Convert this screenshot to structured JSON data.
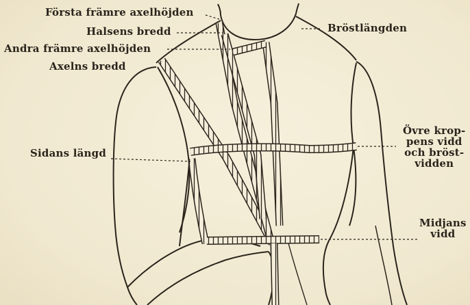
{
  "labels": {
    "forsta_framre_axelhojden": "Första främre axelhöjden",
    "halsens_bredd": "Halsens bredd",
    "andra_framre_axelhojden": "Andra främre axelhöjden",
    "axelns_bredd": "Axelns bredd",
    "brostlangden": "Bröstlängden",
    "sidans_langd": "Sidans längd",
    "ovre_kroppens_vidd": [
      "Övre krop-",
      "pens vidd",
      "och bröst-",
      "vidden"
    ],
    "midjans_vidd": [
      "Midjans",
      "vidd"
    ]
  },
  "colors": {
    "paper": "#f3ecd5",
    "ink": "#2a241c"
  }
}
